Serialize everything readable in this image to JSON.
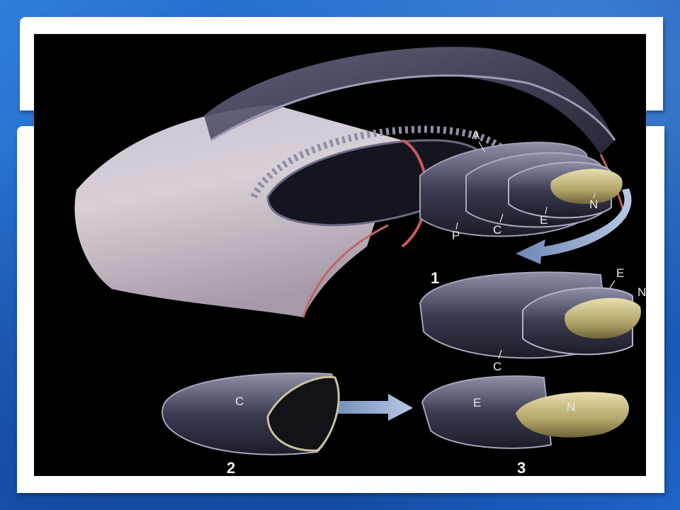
{
  "diagram": {
    "labels": {
      "a": "A",
      "p": "P",
      "c": "C",
      "e": "E",
      "n": "N"
    },
    "stage_1": {
      "number": "1",
      "label_e": "E",
      "label_n": "N",
      "label_c": "C"
    },
    "stage_2": {
      "number": "2",
      "label_c": "C"
    },
    "stage_3": {
      "number": "3",
      "label_e": "E",
      "label_n": "N"
    }
  }
}
